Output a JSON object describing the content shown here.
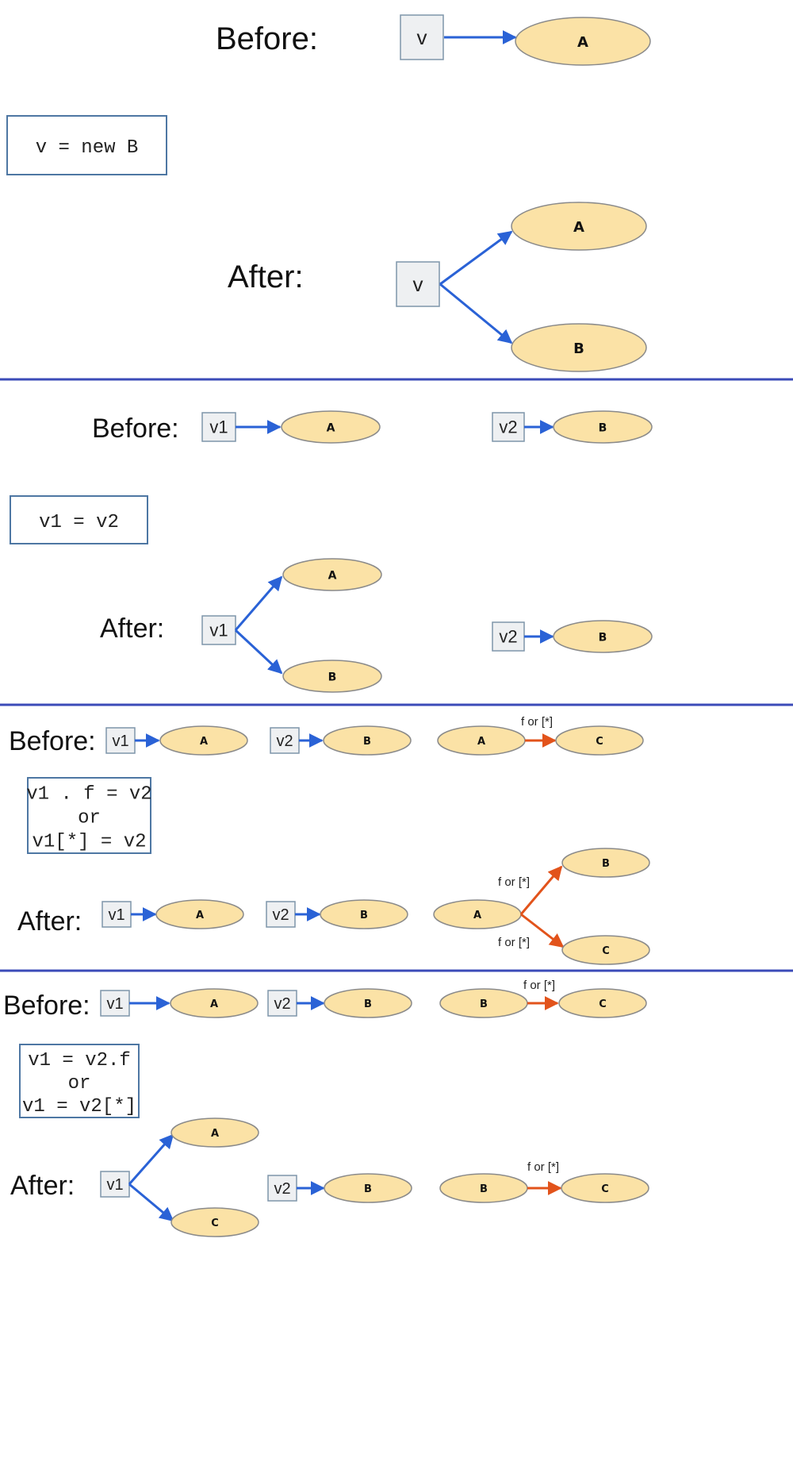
{
  "colors": {
    "node_fill": "#fbe2a6",
    "node_stroke": "#8a8a8a",
    "var_fill": "#eef0f2",
    "var_stroke": "#7f95aa",
    "code_border": "#4e77a3",
    "var_arrow": "#2a62d6",
    "field_arrow": "#e2531b",
    "divider": "#3b4bb8"
  },
  "panels": [
    {
      "before_label": "Before:",
      "after_label": "After:",
      "code_lines": [
        "v = new B"
      ],
      "before": {
        "vars": [
          "v"
        ],
        "nodes": [
          "A"
        ]
      },
      "after": {
        "vars": [
          "v"
        ],
        "nodes": [
          "A",
          "B"
        ]
      }
    },
    {
      "before_label": "Before:",
      "after_label": "After:",
      "code_lines": [
        "v1 = v2"
      ],
      "before": {
        "vars": [
          "v1",
          "v2"
        ],
        "nodes": [
          "A",
          "B"
        ]
      },
      "after": {
        "vars": [
          "v1",
          "v2"
        ],
        "nodes": [
          "A",
          "B",
          "B"
        ]
      }
    },
    {
      "before_label": "Before:",
      "after_label": "After:",
      "code_lines": [
        "v1 . f = v2",
        "or",
        "v1[*] = v2"
      ],
      "before": {
        "vars": [
          "v1",
          "v2"
        ],
        "nodes": [
          "A",
          "B",
          "A",
          "C"
        ],
        "edge_label": "f or [*]"
      },
      "after": {
        "vars": [
          "v1",
          "v2"
        ],
        "nodes": [
          "A",
          "B",
          "A",
          "B",
          "C"
        ],
        "edge_labels": [
          "f or [*]",
          "f or [*]"
        ]
      }
    },
    {
      "before_label": "Before:",
      "after_label": "After:",
      "code_lines": [
        "v1 = v2.f",
        "or",
        "v1 = v2[*]"
      ],
      "before": {
        "vars": [
          "v1",
          "v2"
        ],
        "nodes": [
          "A",
          "B",
          "B",
          "C"
        ],
        "edge_label": "f or [*]"
      },
      "after": {
        "vars": [
          "v1",
          "v2"
        ],
        "nodes": [
          "A",
          "C",
          "B",
          "B",
          "C"
        ],
        "edge_label": "f or [*]"
      }
    }
  ]
}
